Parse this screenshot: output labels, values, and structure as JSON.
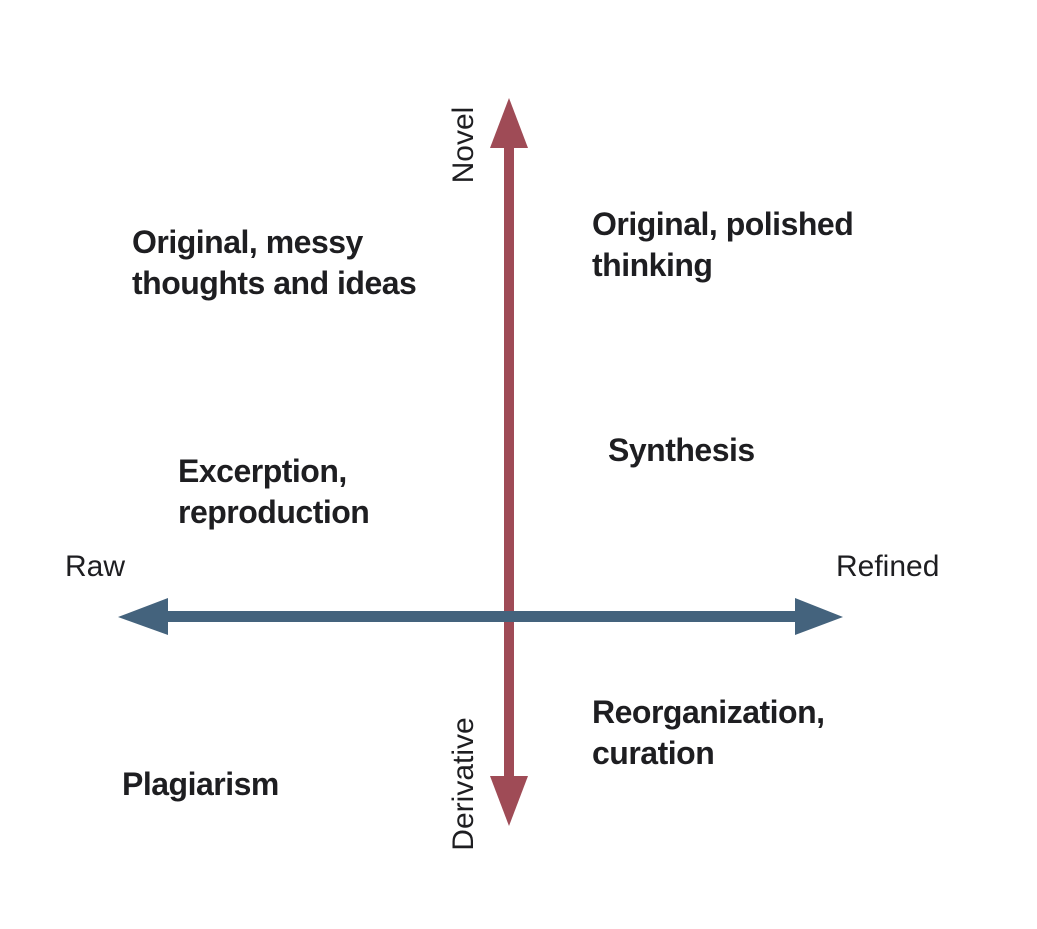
{
  "diagram": {
    "type": "quadrant-diagram",
    "background": "#ffffff",
    "axes": {
      "vertical": {
        "top_label": "Novel",
        "bottom_label": "Derivative",
        "color": "#9f4b56"
      },
      "horizontal": {
        "left_label": "Raw",
        "right_label": "Refined",
        "color": "#44637d"
      }
    },
    "quadrants": {
      "top_left": "Original, messy\nthoughts and ideas",
      "top_right": "Original, polished\nthinking",
      "mid_left": "Excerption,\nreproduction",
      "mid_right": "Synthesis",
      "bottom_right": "Reorganization,\ncuration",
      "bottom_left": "Plagiarism"
    },
    "colors": {
      "vertical_axis": "#9f4b56",
      "horizontal_axis": "#44637d",
      "text": "#1e1e21",
      "background": "#ffffff"
    }
  }
}
